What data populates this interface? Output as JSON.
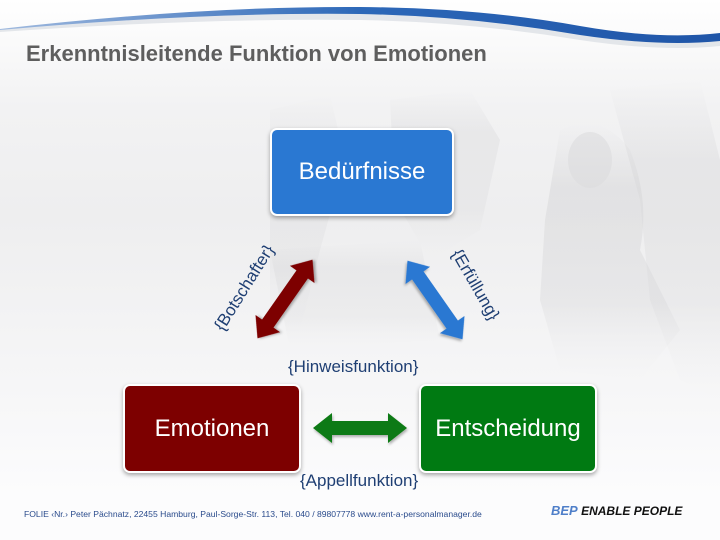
{
  "slide": {
    "title": "Erkenntnisleitende Funktion von Emotionen"
  },
  "nodes": {
    "top": {
      "label": "Bedürfnisse",
      "color": "#2a78d2"
    },
    "left": {
      "label": "Emotionen",
      "color": "#7d0000"
    },
    "right": {
      "label": "Entscheidung",
      "color": "#007a12"
    }
  },
  "edges": {
    "left_top": {
      "label": "{Botschafter}",
      "color": "#7d0000"
    },
    "top_right": {
      "label": "{Erfüllung}",
      "color": "#2a78d2"
    },
    "left_right": {
      "label_top": "{Hinweisfunktion}",
      "label_bottom": "{Appellfunktion}",
      "color": "#0b7a12"
    }
  },
  "footer": {
    "text": "FOLIE ‹Nr.› Peter Pächnatz, 22455 Hamburg, Paul-Sorge-Str. 113, Tel. 040 / 89807778 www.rent-a-personalmanager.de",
    "brand_short": "BEP",
    "brand_tagline": "ENABLE PEOPLE"
  }
}
